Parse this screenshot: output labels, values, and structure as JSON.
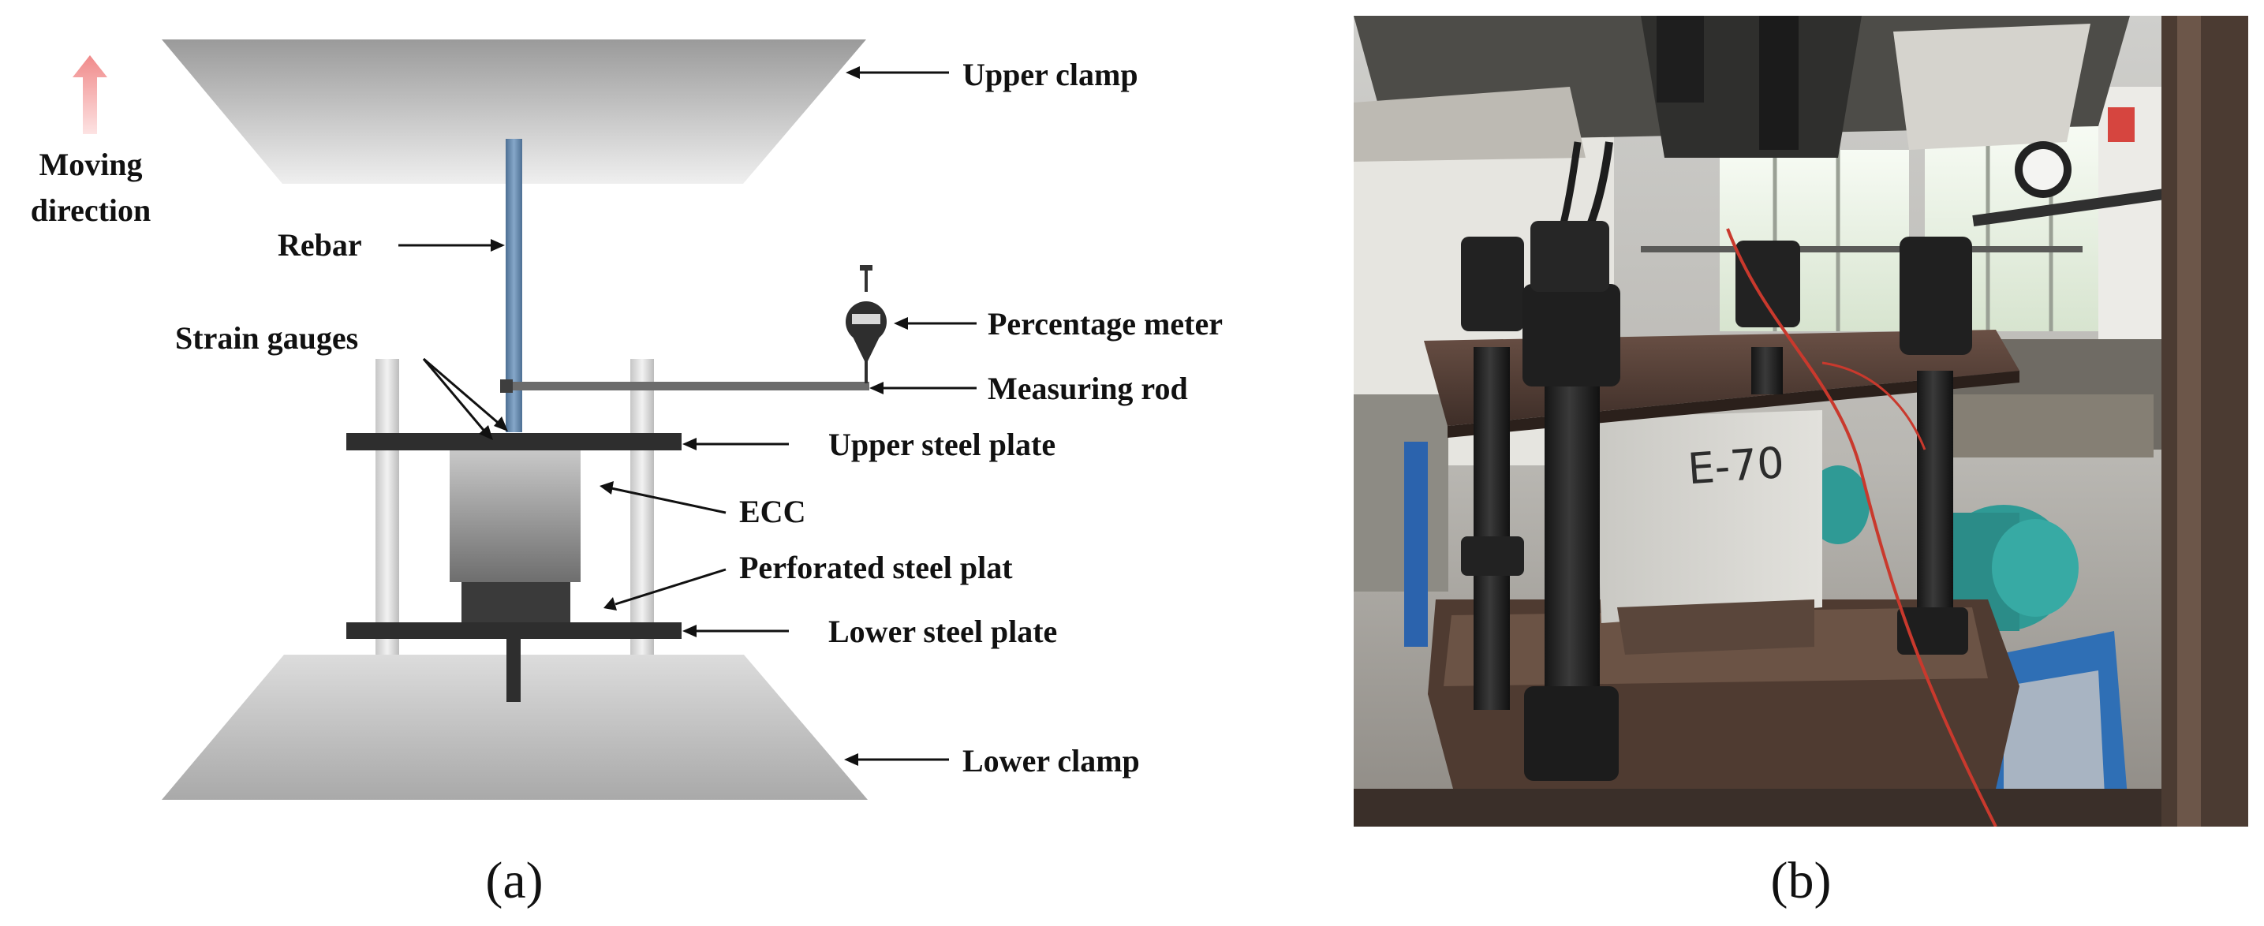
{
  "panel_a": {
    "caption": "(a)",
    "moving_direction": {
      "line1": "Moving",
      "line2": "direction"
    },
    "labels": {
      "upper_clamp": "Upper clamp",
      "rebar": "Rebar",
      "percentage_meter": "Percentage meter",
      "strain_gauges": "Strain gauges",
      "measuring_rod": "Measuring rod",
      "upper_steel_plate": "Upper steel plate",
      "ecc": "ECC",
      "perforated_steel_plate": "Perforated steel plat",
      "lower_steel_plate": "Lower steel plate",
      "lower_clamp": "Lower clamp"
    }
  },
  "panel_b": {
    "caption": "(b)",
    "specimen_marking": "E-70"
  },
  "colors": {
    "arrow_pink": "#f4a6a6",
    "rebar_blue": "#6a8fb5",
    "plate_dark": "#2e2e2e",
    "clamp_gray": "#c4c4c4",
    "motor_teal": "#2f9a95",
    "base_blue": "#2f6fb5"
  }
}
